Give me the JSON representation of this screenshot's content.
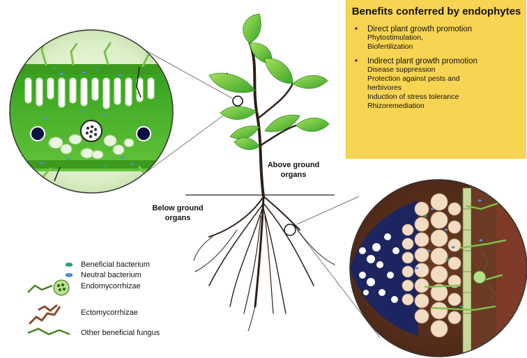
{
  "benefits_box": {
    "title": "Benefits conferred by endophytes",
    "groups": [
      {
        "heading": "Direct plant growth promotion",
        "items": [
          "Phytostimulation,",
          "Biofertilization"
        ]
      },
      {
        "heading": "Indirect plant growth promotion",
        "items": [
          "Disease suppression",
          "Protection against pests and herbivores",
          "Induction of stress tolerance",
          "Rhizoremediation"
        ]
      }
    ]
  },
  "labels": {
    "above_ground": "Above ground organs",
    "below_ground": "Below ground organs"
  },
  "legend": [
    {
      "label": "Beneficial bacterium",
      "icon": "green-bacterium-icon"
    },
    {
      "label": "Neutral bacterium",
      "icon": "blue-bacterium-icon"
    },
    {
      "label": "Endomycorrhizae",
      "icon": "endomycorrhizae-icon"
    },
    {
      "label": "Ectomycorrhizae",
      "icon": "ectomycorrhizae-icon"
    },
    {
      "label": "Other beneficial fungus",
      "icon": "fungus-icon"
    }
  ],
  "colors": {
    "box_fill": "#f8d453",
    "leaf_green": "#5cbf2a",
    "root_brown": "#3a2a20",
    "beneficial_bacterium": "#2aa37a",
    "neutral_bacterium": "#4f8fd6",
    "root_cell": "#f3dcc4",
    "endodermis": "#27306e"
  }
}
